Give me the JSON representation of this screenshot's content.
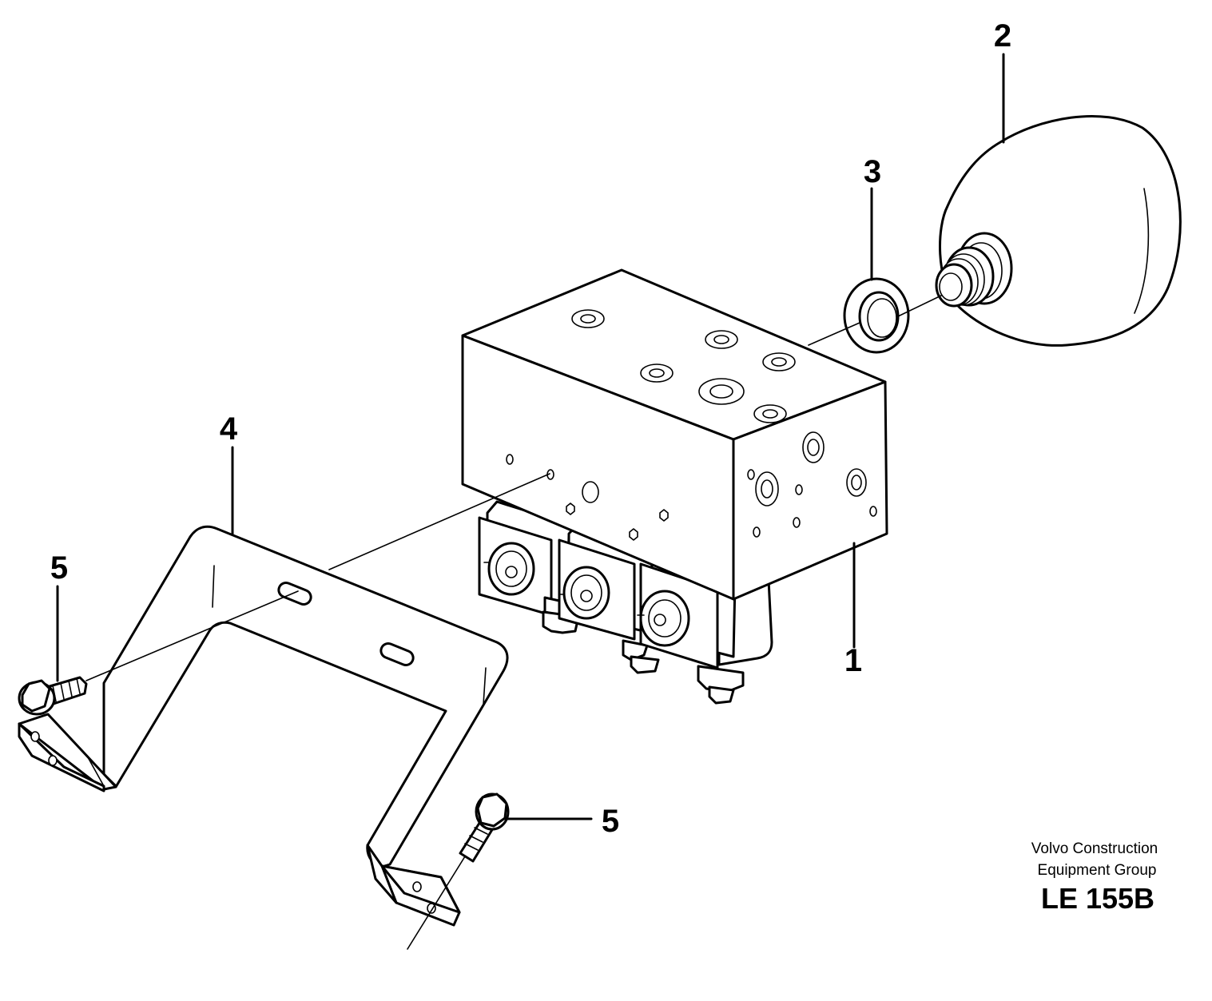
{
  "callouts": {
    "item_1": "1",
    "item_2": "2",
    "item_3": "3",
    "item_4": "4",
    "item_5_left": "5",
    "item_5_right": "5"
  },
  "credit": {
    "line1": "Volvo Construction",
    "line2": "Equipment Group",
    "code": "LE 155B"
  }
}
